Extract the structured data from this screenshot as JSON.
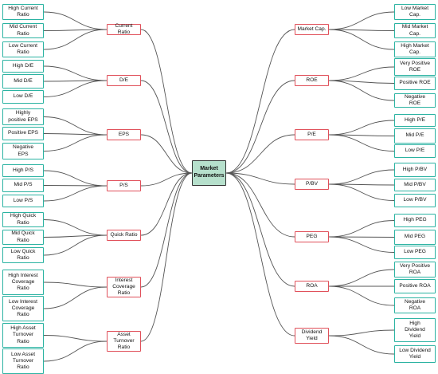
{
  "center": "Market\nParameters",
  "left": [
    {
      "label": "Current Ratio",
      "leaves": [
        "High Current\nRatio",
        "Mid Current\nRatio",
        "Low Current\nRatio"
      ]
    },
    {
      "label": "D/E",
      "leaves": [
        "High D/E",
        "Mid D/E",
        "Low D/E"
      ]
    },
    {
      "label": "EPS",
      "leaves": [
        "Highly\npositive EPS",
        "Positive EPS",
        "Negative\nEPS"
      ]
    },
    {
      "label": "P/S",
      "leaves": [
        "High P/S",
        "Mid P/S",
        "Low P/S"
      ]
    },
    {
      "label": "Quick Ratio",
      "leaves": [
        "High Quick\nRatio",
        "Mid Quick\nRatio",
        "Low Quick\nRatio"
      ]
    },
    {
      "label": "Interest\nCoverage\nRatio",
      "leaves": [
        "High Interest\nCoverage\nRatio",
        "Low Interest\nCoverage\nRatio"
      ]
    },
    {
      "label": "Asset\nTurnover\nRatio",
      "leaves": [
        "High Asset\nTurnover\nRatio",
        "Low Asset\nTurnover\nRatio"
      ]
    }
  ],
  "right": [
    {
      "label": "Market Cap.",
      "leaves": [
        "Low Market\nCap.",
        "Mid Market\nCap.",
        "High Market\nCap."
      ]
    },
    {
      "label": "ROE",
      "leaves": [
        "Very Positive\nROE",
        "Positive ROE",
        "Negative\nROE"
      ]
    },
    {
      "label": "P/E",
      "leaves": [
        "High P/E",
        "Mid P/E",
        "Low P/E"
      ]
    },
    {
      "label": "P/BV",
      "leaves": [
        "High P/BV",
        "Mid P/BV",
        "Low P/BV"
      ]
    },
    {
      "label": "PEG",
      "leaves": [
        "High PEG",
        "Mid PEG",
        "Low PEG"
      ]
    },
    {
      "label": "ROA",
      "leaves": [
        "Very Positive\nROA",
        "Positive ROA",
        "Negative\nROA"
      ]
    },
    {
      "label": "Dividend\nYield",
      "leaves": [
        "High\nDividend\nYield",
        "Low Dividend\nYield"
      ]
    }
  ],
  "colors": {
    "leaf_border": "#2bb3a2",
    "mid_border": "#e0505a",
    "center_fill": "#b6e0cc",
    "link": "#555555"
  }
}
